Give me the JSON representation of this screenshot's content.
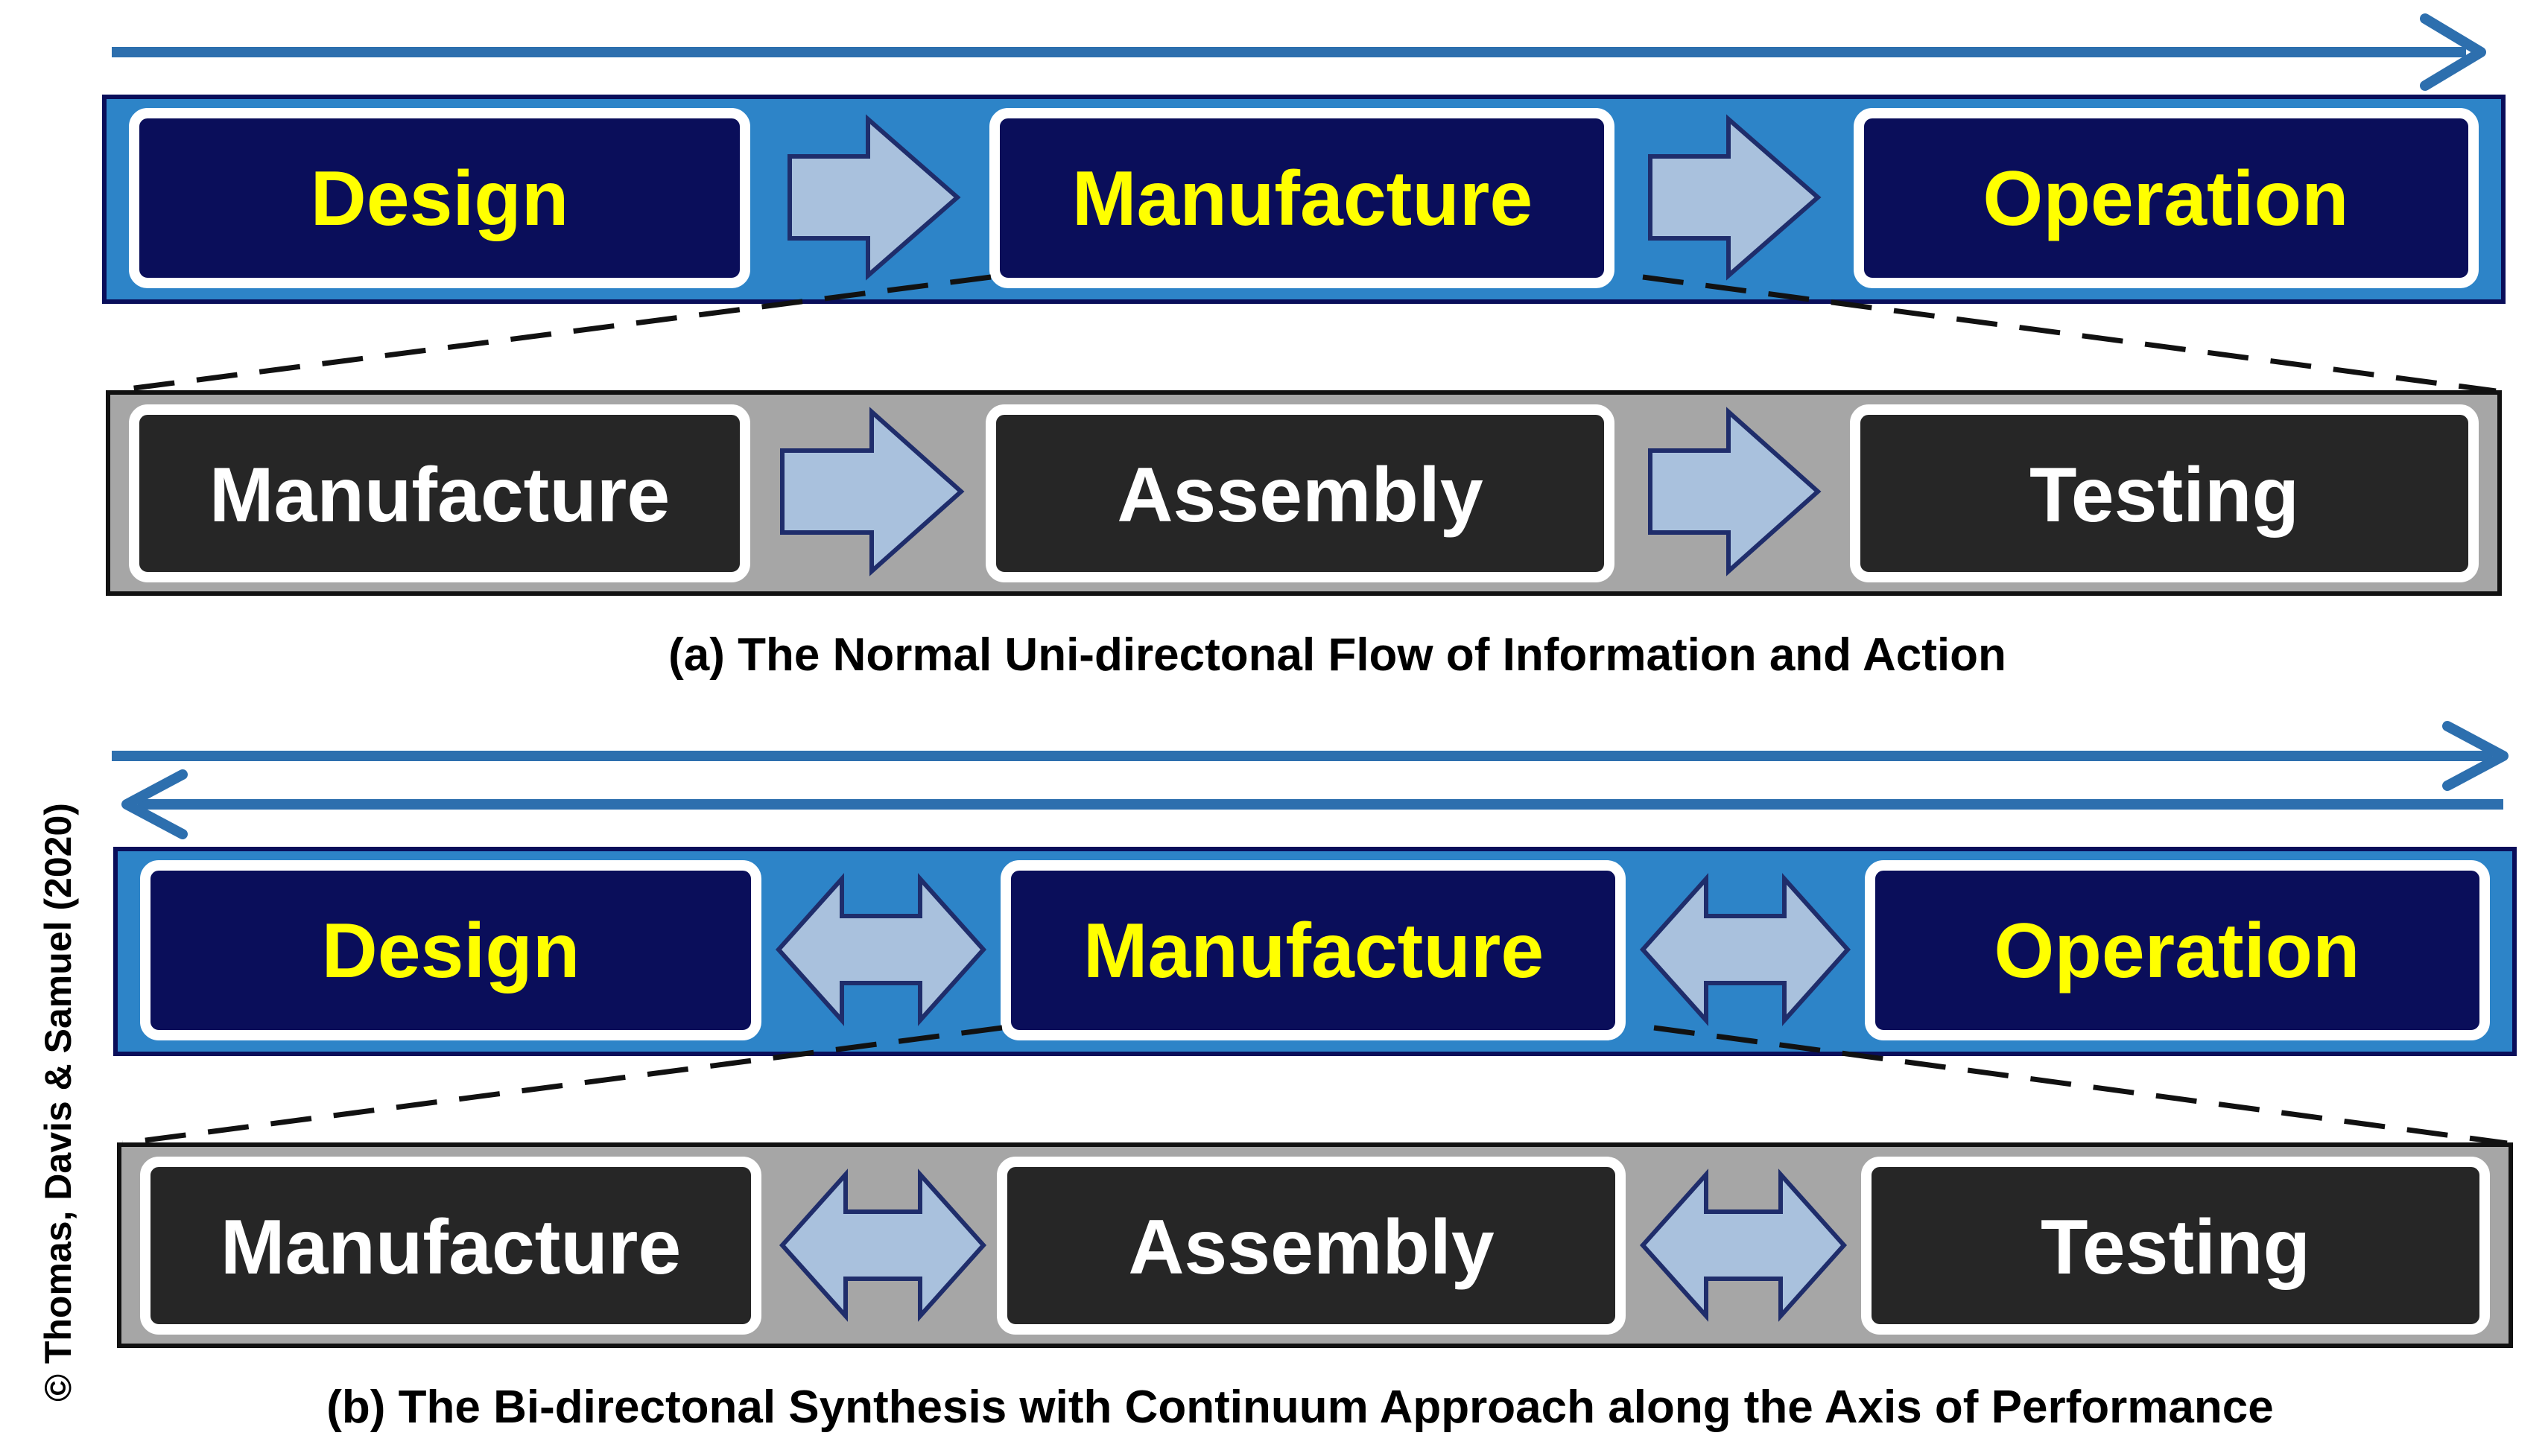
{
  "panel_a": {
    "top_row": [
      "Design",
      "Manufacture",
      "Operation"
    ],
    "bottom_row": [
      "Manufacture",
      "Assembly",
      "Testing"
    ],
    "caption": "(a) The Normal Uni-directonal Flow of Information and Action"
  },
  "panel_b": {
    "top_row": [
      "Design",
      "Manufacture",
      "Operation"
    ],
    "bottom_row": [
      "Manufacture",
      "Assembly",
      "Testing"
    ],
    "caption": "(b) The Bi-directonal Synthesis with Continuum Approach along the Axis of Performance"
  },
  "copyright": "© Thomas, Davis & Samuel (2020)",
  "colors": {
    "band_blue": "#2d84c8",
    "box_navy": "#0a0e5a",
    "box_dark": "#262626",
    "band_grey": "#a6a6a6",
    "arrow_fill": "#a9c1dd",
    "arrow_stroke": "#1f2d6b",
    "axis_arrow": "#2d6fae",
    "label_yellow": "#ffff00"
  }
}
